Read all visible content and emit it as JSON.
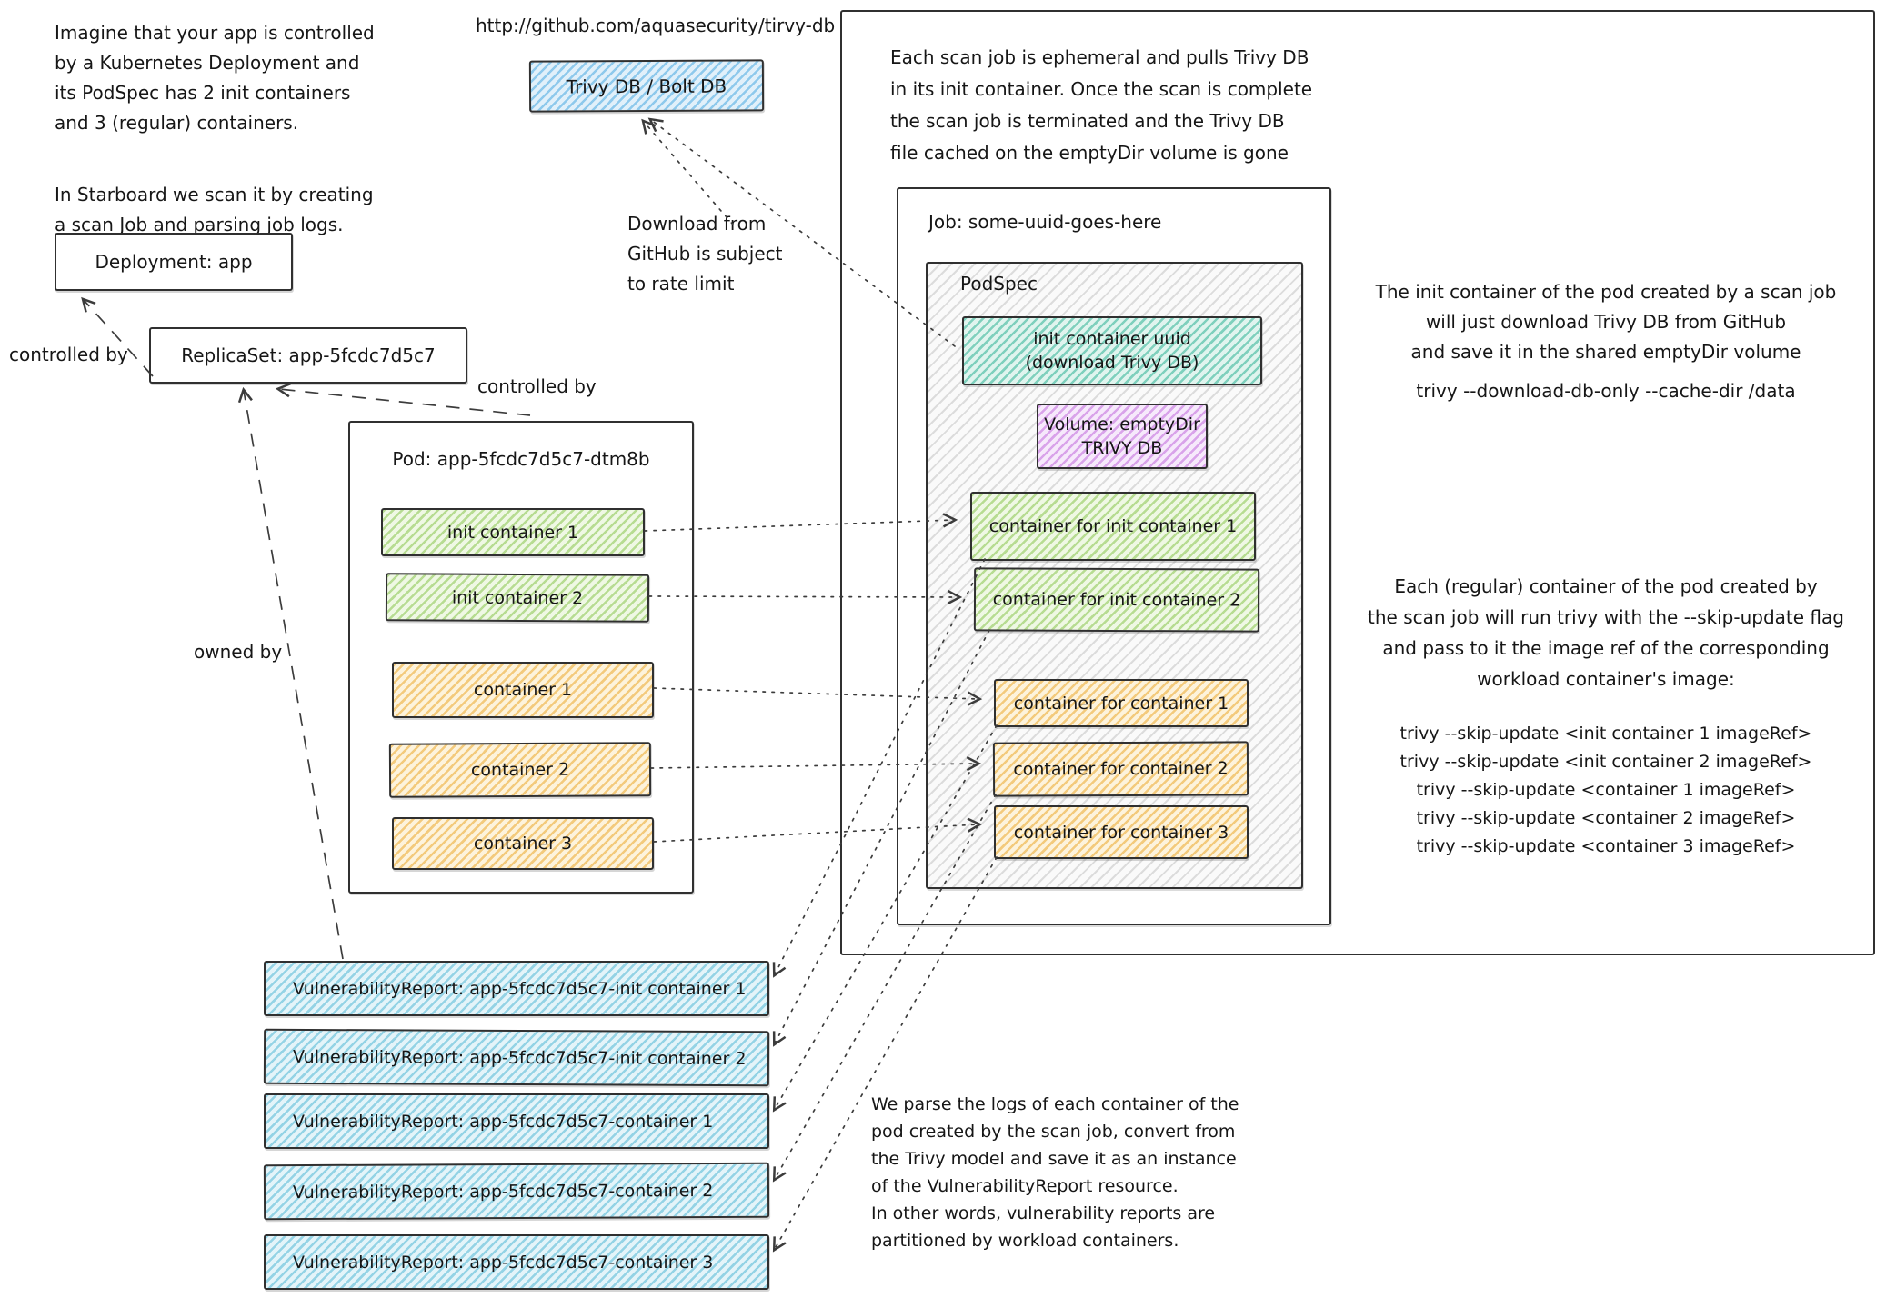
{
  "colors": {
    "ink": "#161616",
    "blue_hatch": "#8ec9ec",
    "cyan_hatch": "#94d3e5",
    "teal_hatch": "#7fd0bd",
    "purple_hatch": "#d9a3ea",
    "green_hatch": "#b7dc92",
    "orange_hatch": "#f3ca7c",
    "gray_hatch": "#dcdcdc"
  },
  "annotations": {
    "intro1": "Imagine that your app is controlled\nby a Kubernetes Deployment and\nits PodSpec has 2 init containers\nand 3 (regular) containers.",
    "intro2": "In Starboard we scan it by creating\na scan Job and parsing job logs.",
    "github_url": "http://github.com/aquasecurity/tirvy-db",
    "download_note": "Download from\nGitHub is subject\nto rate limit",
    "controlled_by_1": "controlled by",
    "controlled_by_2": "controlled by",
    "owned_by": "owned by",
    "scan_job_note": "Each scan job is ephemeral and pulls Trivy DB\nin its init container. Once the scan is complete\nthe scan job is terminated and the Trivy DB\nfile cached on the emptyDir volume is gone",
    "init_note": "The init container of the pod created by a scan job\nwill just download Trivy DB from GitHub\nand save it in the shared emptyDir volume",
    "init_cmd": "trivy --download-db-only --cache-dir /data",
    "regular_note": "Each (regular) container of the pod created by\nthe scan job will run trivy with the --skip-update flag\nand pass to it the image ref of the corresponding\nworkload container's image:",
    "trivy_commands": [
      "trivy --skip-update <init container 1 imageRef>",
      "trivy --skip-update <init container 2 imageRef>",
      "trivy --skip-update <container 1 imageRef>",
      "trivy --skip-update <container 2 imageRef>",
      "trivy --skip-update <container 3 imageRef>"
    ],
    "parse_note": "We parse the logs of each container of the\npod created by the scan job, convert from\nthe Trivy model and save it as an instance\nof the VulnerabilityReport resource.\nIn other words, vulnerability reports are\npartitioned by workload containers."
  },
  "nodes": {
    "trivy_db": "Trivy DB / Bolt DB",
    "deployment": "Deployment: app",
    "replicaset": "ReplicaSet: app-5fcdc7d5c7",
    "pod": {
      "title": "Pod: app-5fcdc7d5c7-dtm8b",
      "init_containers": [
        "init container 1",
        "init container 2"
      ],
      "containers": [
        "container 1",
        "container 2",
        "container 3"
      ]
    },
    "job": {
      "title": "Job: some-uuid-goes-here",
      "podspec_label": "PodSpec",
      "init_container": "init container uuid\n(download Trivy DB)",
      "volume": "Volume: emptyDir\nTRIVY DB",
      "init_scan_containers": [
        "container for init container 1",
        "container for init container 2"
      ],
      "scan_containers": [
        "container for container 1",
        "container for container 2",
        "container for container 3"
      ]
    },
    "vulnerability_reports": [
      "VulnerabilityReport: app-5fcdc7d5c7-init container 1",
      "VulnerabilityReport: app-5fcdc7d5c7-init container 2",
      "VulnerabilityReport: app-5fcdc7d5c7-container 1",
      "VulnerabilityReport: app-5fcdc7d5c7-container 2",
      "VulnerabilityReport: app-5fcdc7d5c7-container 3"
    ]
  }
}
